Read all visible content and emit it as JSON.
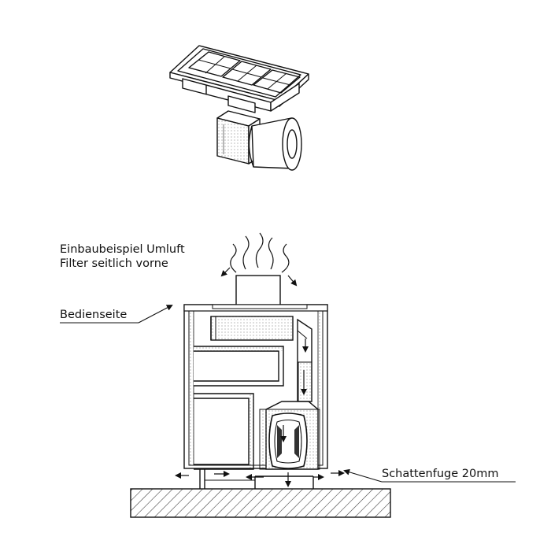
{
  "labels": {
    "title_line1": "Einbaubeispiel Umluft",
    "title_line2": "Filter seitlich vorne",
    "operating_side": "Bedienseite",
    "shadow_gap": "Schattenfuge 20mm"
  },
  "colors": {
    "line": "#111111",
    "hatch": "#333333",
    "background": "#ffffff"
  },
  "icons": [
    "airflow-arrow-icon",
    "hatched-floor"
  ]
}
